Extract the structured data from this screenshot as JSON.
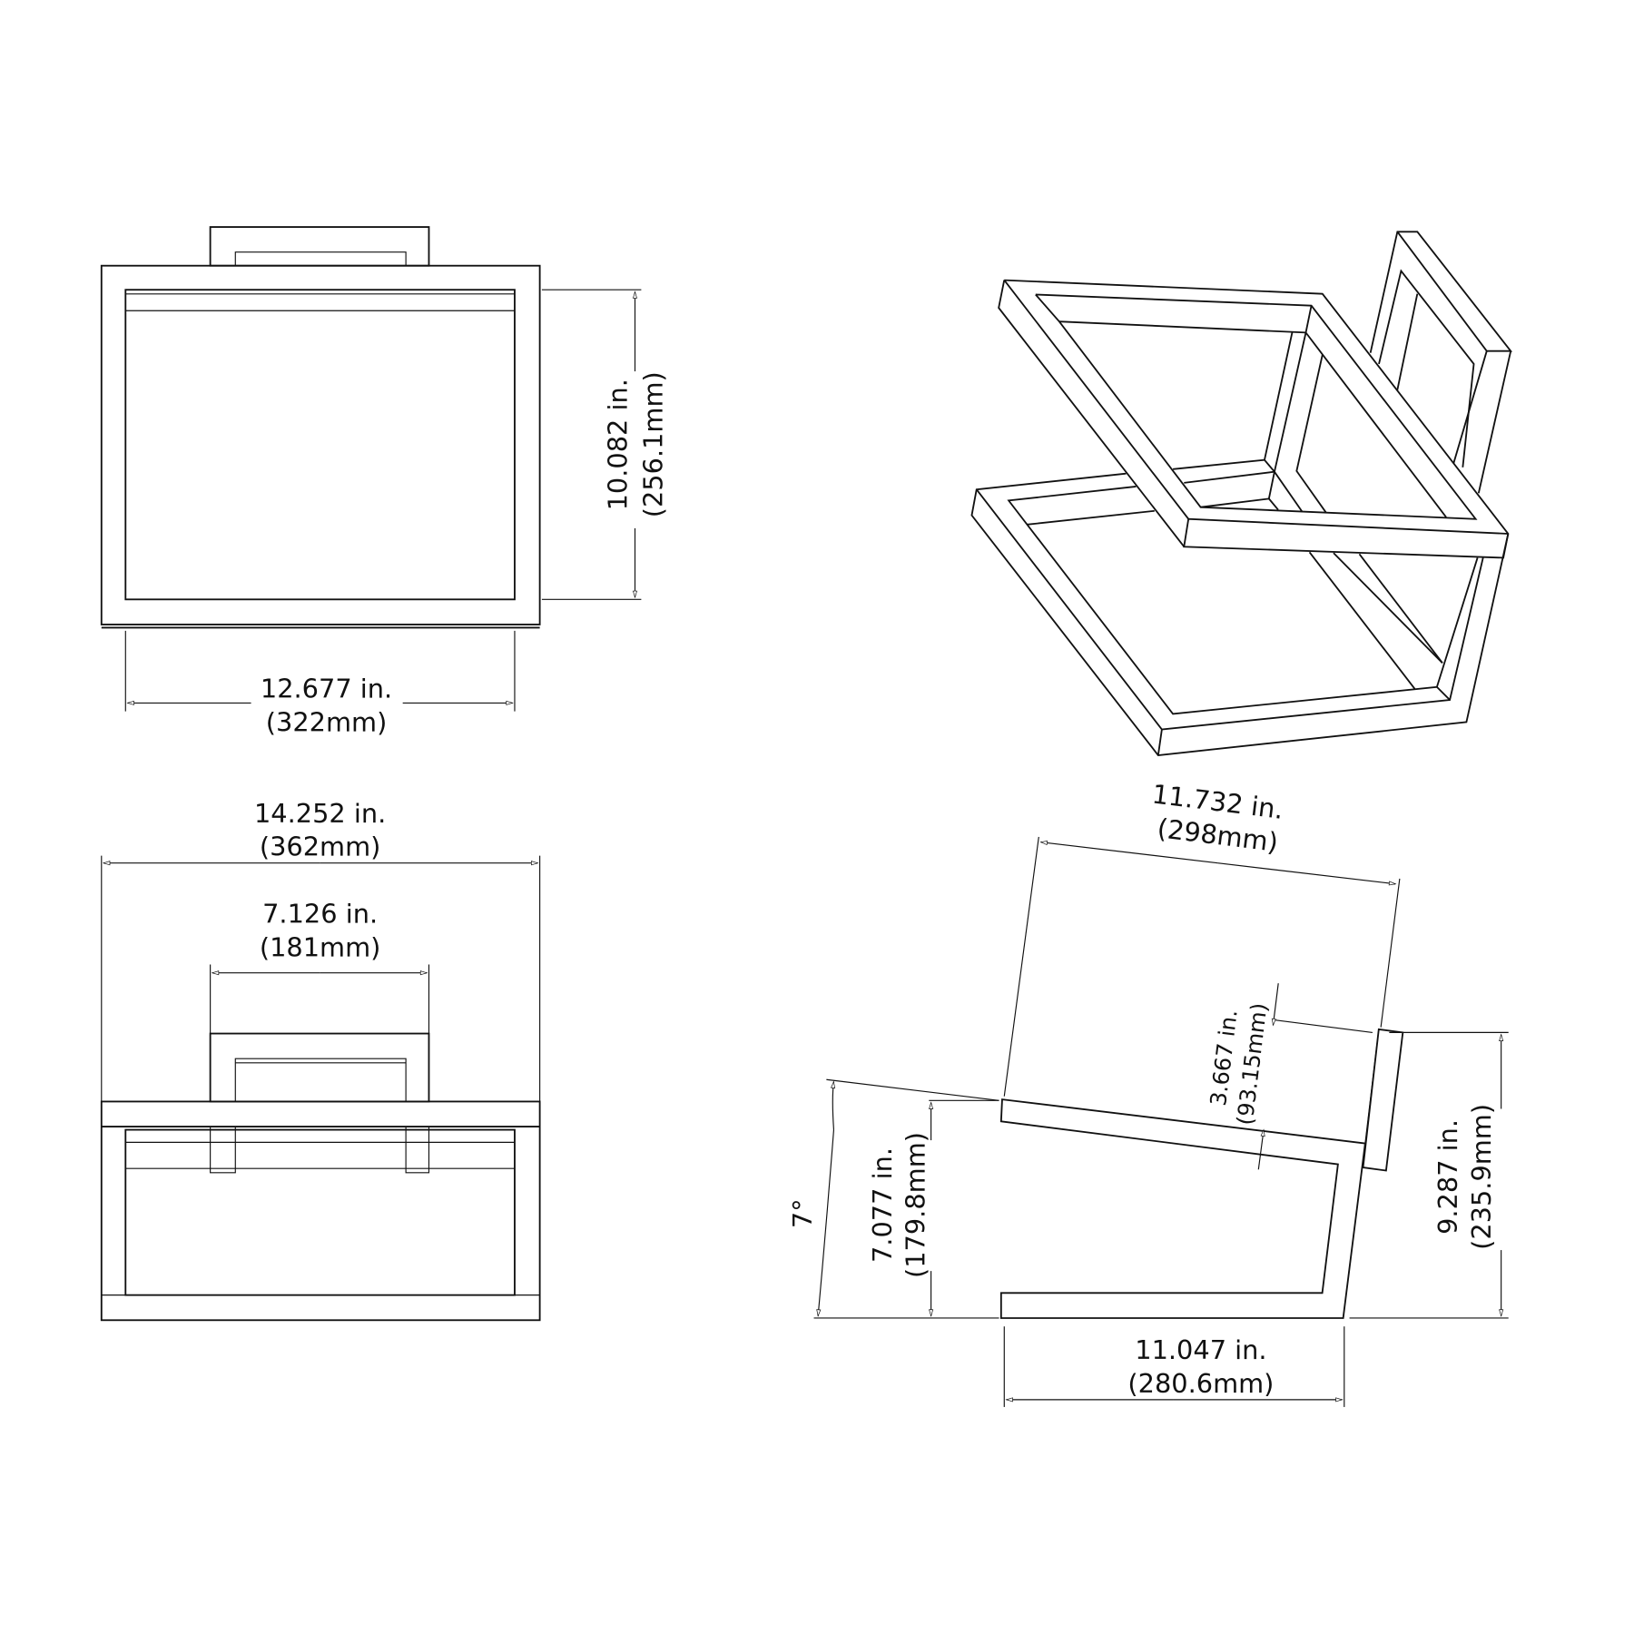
{
  "drawing": {
    "front_view": {
      "height": {
        "in": "10.082 in.",
        "mm": "(256.1mm)"
      },
      "width": {
        "in": "12.677 in.",
        "mm": "(322mm)"
      }
    },
    "top_view": {
      "overall_width": {
        "in": "14.252 in.",
        "mm": "(362mm)"
      },
      "handle_width": {
        "in": "7.126 in.",
        "mm": "(181mm)"
      }
    },
    "side_view": {
      "back_length": {
        "in": "11.732 in.",
        "mm": "(298mm)"
      },
      "back_offset": {
        "in": "3.667 in.",
        "mm": "(93.15mm)"
      },
      "overall_height": {
        "in": "9.287 in.",
        "mm": "(235.9mm)"
      },
      "seat_height": {
        "in": "7.077 in.",
        "mm": "(179.8mm)"
      },
      "angle": "7°",
      "base_length": {
        "in": "11.047 in.",
        "mm": "(280.6mm)"
      }
    }
  },
  "colors": {
    "line": "#111111",
    "background": "#ffffff"
  }
}
